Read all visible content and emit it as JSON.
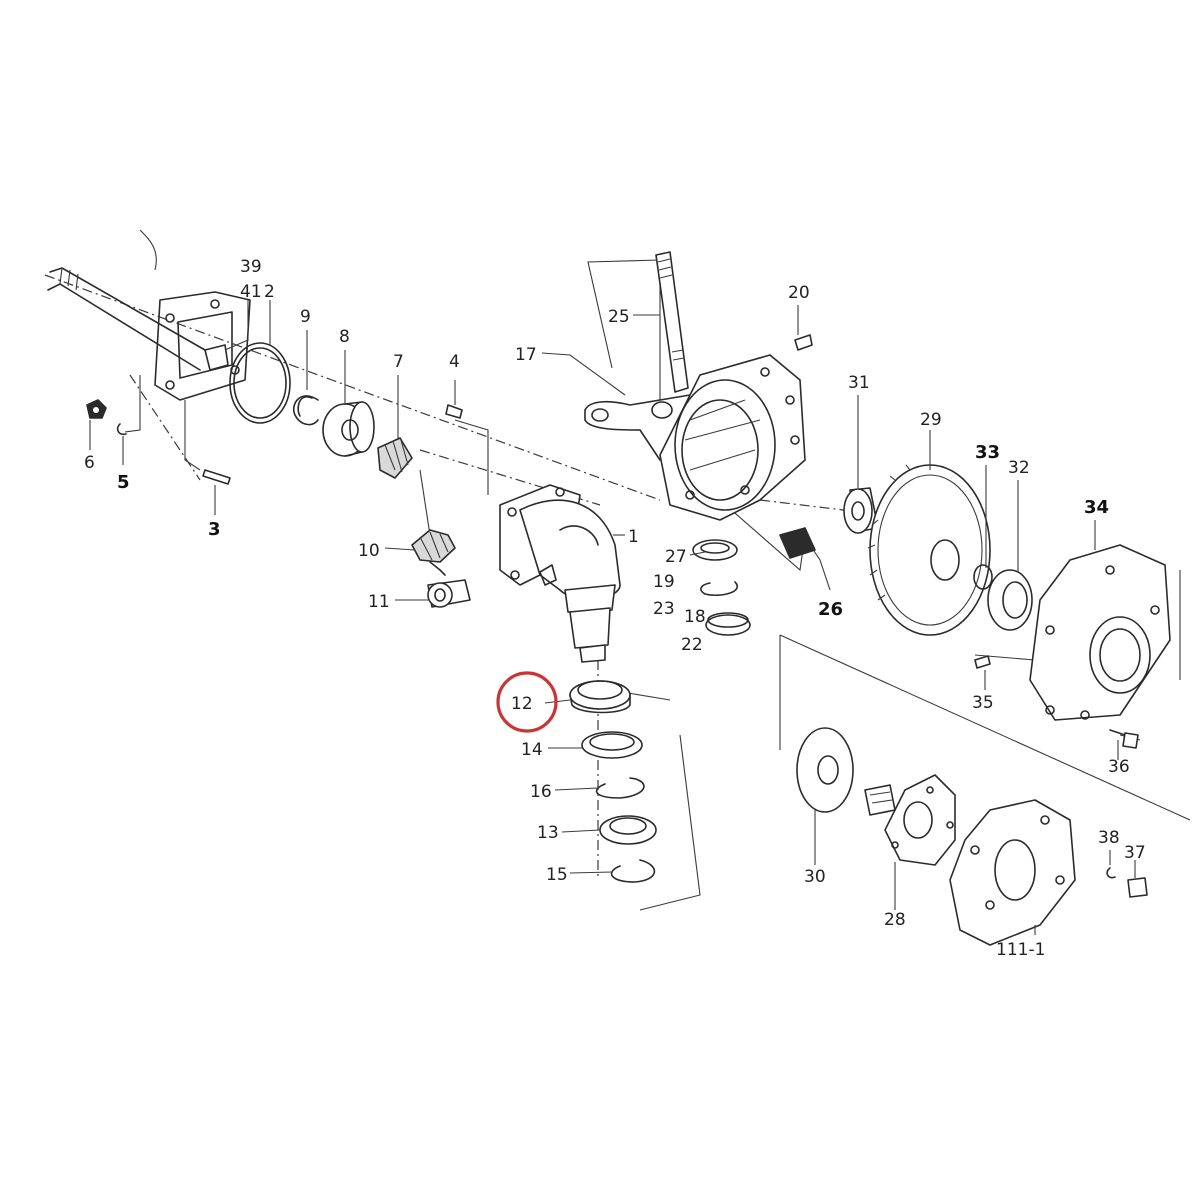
{
  "labels": {
    "p1": "1",
    "p2": "2",
    "p3": "3",
    "p4": "4",
    "p5": "5",
    "p6": "6",
    "p7": "7",
    "p8": "8",
    "p9": "9",
    "p10": "10",
    "p11": "11",
    "p12": "12",
    "p13": "13",
    "p14": "14",
    "p15": "15",
    "p16": "16",
    "p17": "17",
    "p18": "18",
    "p19": "19",
    "p20": "20",
    "p22": "22",
    "p23": "23",
    "p25": "25",
    "p26": "26",
    "p27": "27",
    "p28": "28",
    "p29": "29",
    "p30": "30",
    "p31": "31",
    "p32": "32",
    "p33": "33",
    "p34": "34",
    "p35": "35",
    "p36": "36",
    "p37": "37",
    "p38": "38",
    "p39": "39",
    "p41": "41",
    "p111": "111-1"
  },
  "highlight": {
    "color": "#cc3333",
    "target": "12"
  }
}
